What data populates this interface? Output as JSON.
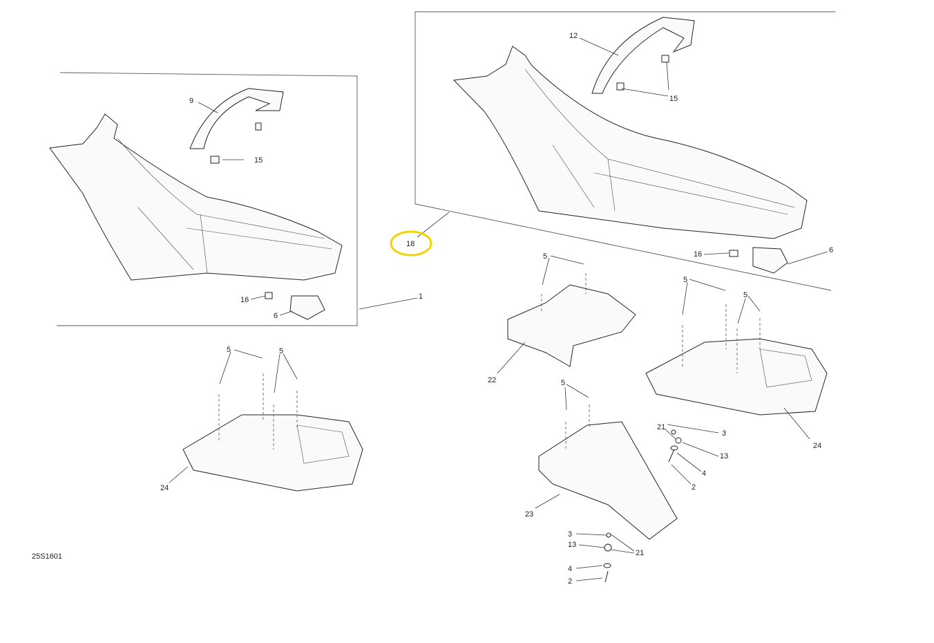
{
  "diagram_id": "25S1601",
  "highlight_color": "#f2d500",
  "highlighted_callout": "18",
  "labels": {
    "l9": "9",
    "l15a": "15",
    "l16a": "16",
    "l6a": "6",
    "l1": "1",
    "l18": "18",
    "l12": "12",
    "l15b": "15",
    "l16b": "16",
    "l6b": "6",
    "l5a": "5",
    "l5b": "5",
    "l5c": "5",
    "l22": "22",
    "l24a": "24",
    "l5d": "5",
    "l5e": "5",
    "l24b": "24",
    "l5f": "5",
    "l21a": "21",
    "l3a": "3",
    "l13a": "13",
    "l4a": "4",
    "l2a": "2",
    "l23": "23",
    "l3b": "3",
    "l13b": "13",
    "l21b": "21",
    "l4b": "4",
    "l2b": "2"
  }
}
